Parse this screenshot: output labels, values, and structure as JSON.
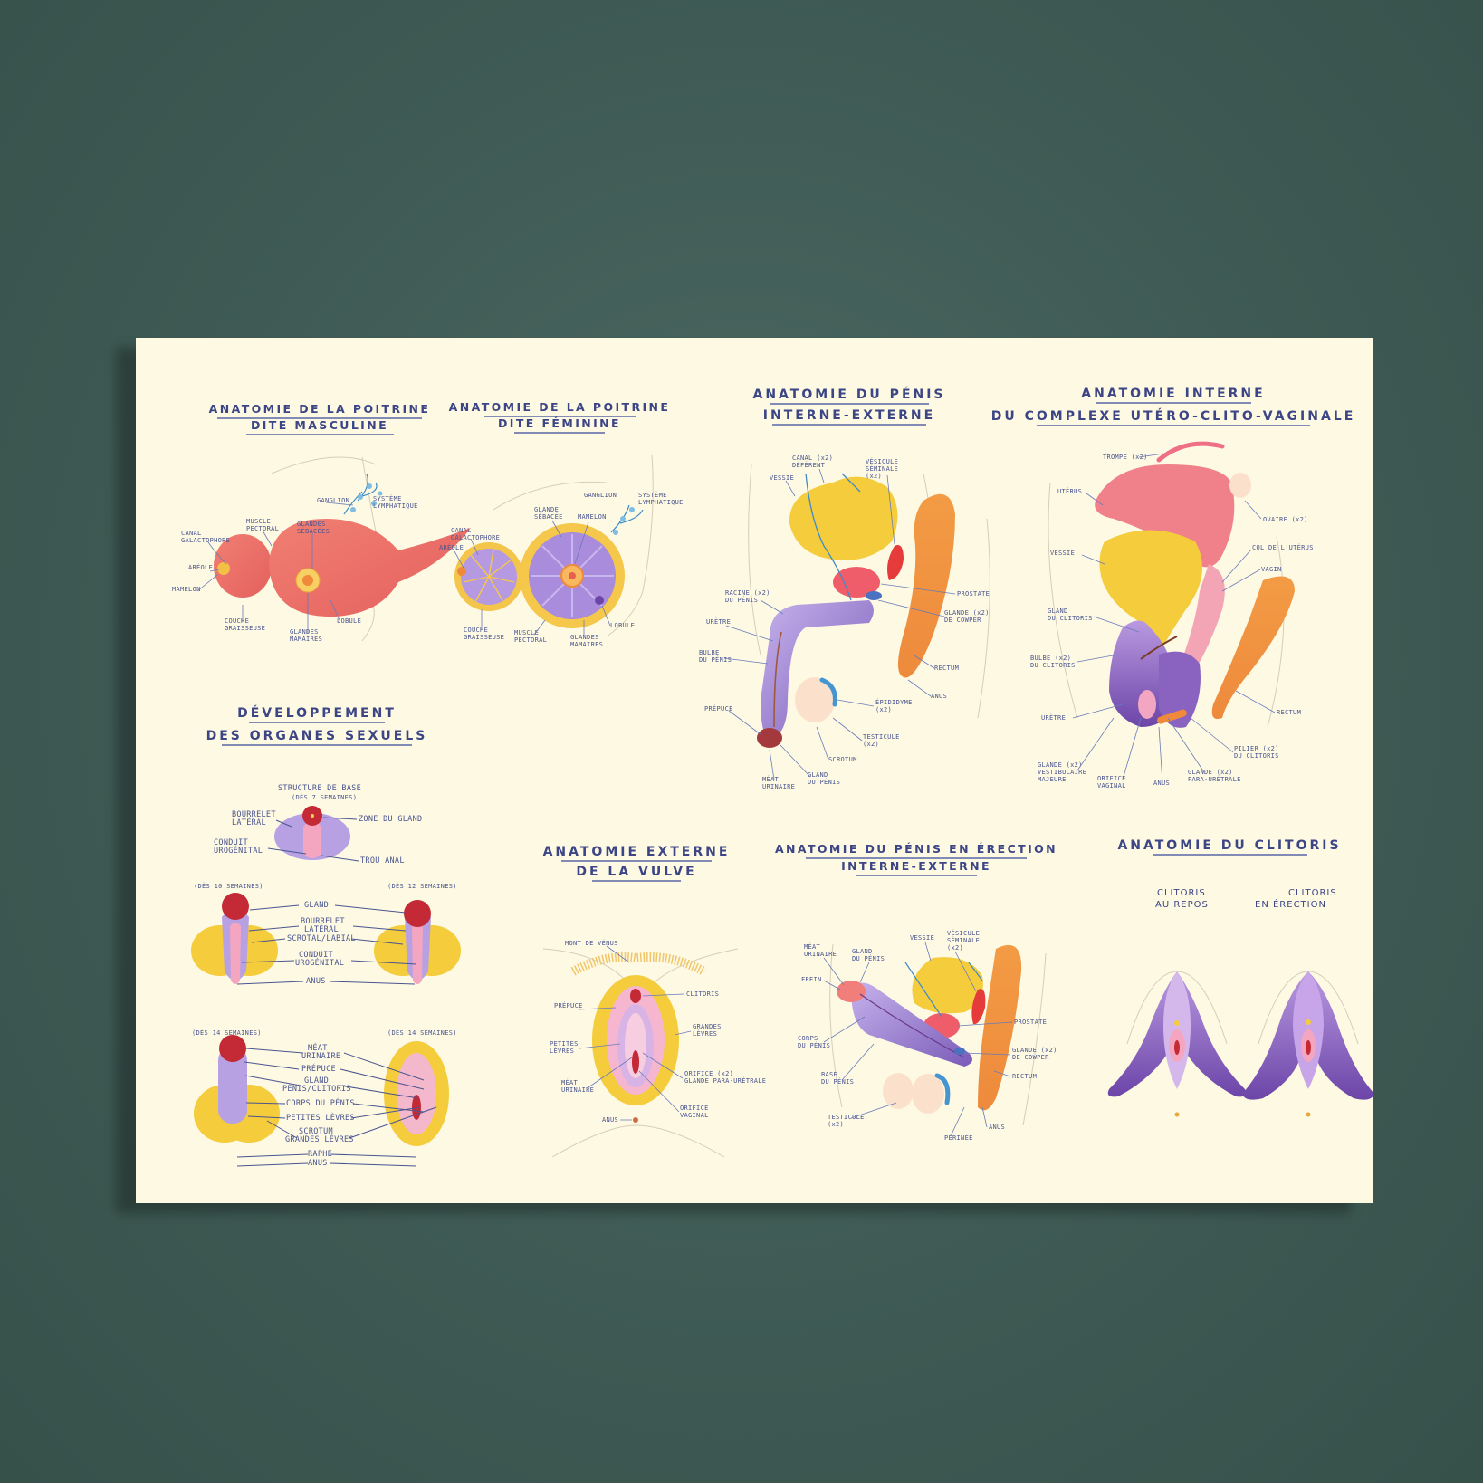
{
  "titles": {
    "masc_1": "ANATOMIE DE LA POITRINE",
    "masc_2": "DITE MASCULINE",
    "fem_1": "ANATOMIE DE LA POITRINE",
    "fem_2": "DITE FÉMININE",
    "penis_1": "ANATOMIE DU PÉNIS",
    "penis_2": "INTERNE-EXTERNE",
    "utero_1": "ANATOMIE INTERNE",
    "utero_2": "DU COMPLEXE UTÉRO-CLITO-VAGINALE",
    "dev_1": "DÉVELOPPEMENT",
    "dev_2": "DES ORGANES SEXUELS",
    "vulve_1": "ANATOMIE EXTERNE",
    "vulve_2": "DE LA VULVE",
    "erect_1": "ANATOMIE DU PÉNIS EN ÉRECTION",
    "erect_2": "INTERNE-EXTERNE",
    "clit": "ANATOMIE DU CLITORIS"
  },
  "masc": {
    "canal": "CANAL",
    "canal2": "GALACTOPHORE",
    "muscle": "MUSCLE",
    "muscle2": "PECTORAL",
    "glande": "GLANDES",
    "glande2": "SÉBACÉES",
    "ganglion": "GANGLION",
    "lymph": "SYSTÈME",
    "lymph2": "LYMPHATIQUE",
    "areole": "ARÉOLE",
    "mamelon": "MAMELON",
    "couche": "COUCHE",
    "couche2": "GRAISSEUSE",
    "glandes_m": "GLANDES",
    "glandes_m2": "MAMAIRES",
    "lobule": "LOBULE"
  },
  "fem": {
    "canal": "CANAL",
    "canal2": "GALACTOPHORE",
    "areole": "ARÉOLE",
    "glande": "GLANDE",
    "glande2": "SÉBACÉE",
    "ganglion": "GANGLION",
    "lymph": "SYSTÈME",
    "lymph2": "LYMPHATIQUE",
    "mamelon": "MAMELON",
    "couche": "COUCHE",
    "couche2": "GRAISSEUSE",
    "muscle": "MUSCLE",
    "muscle2": "PECTORAL",
    "glandes_m": "GLANDES",
    "glandes_m2": "MAMAIRES",
    "lobule": "LOBULE"
  },
  "penis": {
    "vessie": "VESSIE",
    "canal": "CANAL (x2)",
    "canal2": "DÉFÉRENT",
    "vesicule": "VÉSICULE",
    "vesicule2": "SÉMINALE",
    "vesicule3": "(x2)",
    "prostate": "PROSTATE",
    "racine": "RACINE (x2)",
    "racine2": "DU PÉNIS",
    "glande": "GLANDE (x2)",
    "glande2": "DE COWPER",
    "uretre": "URÈTRE",
    "bulbe": "BULBE",
    "bulbe2": "DU PÉNIS",
    "rectum": "RECTUM",
    "anus": "ANUS",
    "prepuce": "PRÉPUCE",
    "epididyme": "ÉPIDIDYME",
    "epididyme2": "(x2)",
    "testicule": "TESTICULE",
    "testicule2": "(x2)",
    "scrotum": "SCROTUM",
    "meat": "MÉAT",
    "meat2": "URINAIRE",
    "gland": "GLAND",
    "gland2": "DU PÉNIS"
  },
  "utero": {
    "trompe": "TROMPE (x2)",
    "uterus": "UTÉRUS",
    "ovaire": "OVAIRE (x2)",
    "vessie": "VESSIE",
    "col": "COL DE L'UTÉRUS",
    "vagin": "VAGIN",
    "gland": "GLAND",
    "gland2": "DU CLITORIS",
    "bulbe": "BULBE (x2)",
    "bulbe2": "DU CLITORIS",
    "uretre": "URÈTRE",
    "rectum": "RECTUM",
    "pilier": "PILIER (x2)",
    "pilier2": "DU CLITORIS",
    "glande_v": "GLANDE (x2)",
    "glande_v2": "VESTIBULAIRE",
    "glande_v3": "MAJEURE",
    "orifice": "ORIFICE",
    "orifice2": "VAGINAL",
    "anus": "ANUS",
    "glande_p": "GLANDE (x2)",
    "glande_p2": "PARA-URÉTRALE"
  },
  "dev": {
    "structure": "STRUCTURE DE BASE",
    "structure2": "(DÈS 7 SEMAINES)",
    "bourrelet": "BOURRELET",
    "bourrelet2": "LATÉRAL",
    "zone": "ZONE DU GLAND",
    "conduit": "CONDUIT",
    "conduit2": "UROGÉNITAL",
    "trou": "TROU ANAL",
    "w10": "(DÈS 10 SEMAINES)",
    "w12": "(DÈS 12 SEMAINES)",
    "gland": "GLAND",
    "bourrelet_lat": "BOURRELET",
    "bourrelet_lat2": "LATÉRAL",
    "scrotal": "SCROTAL/LABIAL",
    "conduit_b": "CONDUIT",
    "conduit_b2": "UROGÉNITAL",
    "anus": "ANUS",
    "w14a": "(DÈS 14 SEMAINES)",
    "w14b": "(DÈS 14 SEMAINES)",
    "meat": "MÉAT",
    "meat2": "URINAIRE",
    "prepuce": "PRÉPUCE",
    "gland_c": "GLAND",
    "gland_c2": "PÉNIS/CLITORIS",
    "corps": "CORPS DU PÉNIS",
    "petites": "PETITES LÈVRES",
    "scrotum": "SCROTUM",
    "grandes": "GRANDES LÈVRES",
    "raphe": "RAPHÉ",
    "anus2": "ANUS"
  },
  "vulve": {
    "mont": "MONT DE VÉNUS",
    "clitoris": "CLITORIS",
    "prepuce": "PRÉPUCE",
    "grandes": "GRANDES",
    "grandes2": "LÈVRES",
    "petites": "PETITES",
    "petites2": "LÈVRES",
    "orifice_g": "ORIFICE (x2)",
    "orifice_g2": "GLANDE PARA-URÉTRALE",
    "meat": "MÉAT",
    "meat2": "URINAIRE",
    "orifice": "ORIFICE",
    "orifice2": "VAGINAL",
    "anus": "ANUS"
  },
  "erect": {
    "meat": "MÉAT",
    "meat2": "URINAIRE",
    "gland": "GLAND",
    "gland2": "DU PÉNIS",
    "vessie": "VESSIE",
    "vesicule": "VÉSICULE",
    "vesicule2": "SÉMINALE",
    "vesicule3": "(x2)",
    "frein": "FREIN",
    "prostate": "PROSTATE",
    "corps": "CORPS",
    "corps2": "DU PÉNIS",
    "glande": "GLANDE (x2)",
    "glande2": "DE COWPER",
    "base": "BASE",
    "base2": "DU PÉNIS",
    "rectum": "RECTUM",
    "testicule": "TESTICULE",
    "testicule2": "(x2)",
    "anus": "ANUS",
    "perinee": "PÉRINÉE"
  },
  "clit": {
    "repos": "CLITORIS",
    "repos2": "AU REPOS",
    "erection": "CLITORIS",
    "erection2": "EN ÉRECTION"
  },
  "colors": {
    "paper": "#fdf9e3",
    "wall": "#44605a",
    "ink": "#3c4585",
    "red": "#ef6f69",
    "yellow": "#f4cc3c",
    "purple": "#9a7dd0",
    "orange": "#f08a3a",
    "pink": "#f4a5b5"
  }
}
